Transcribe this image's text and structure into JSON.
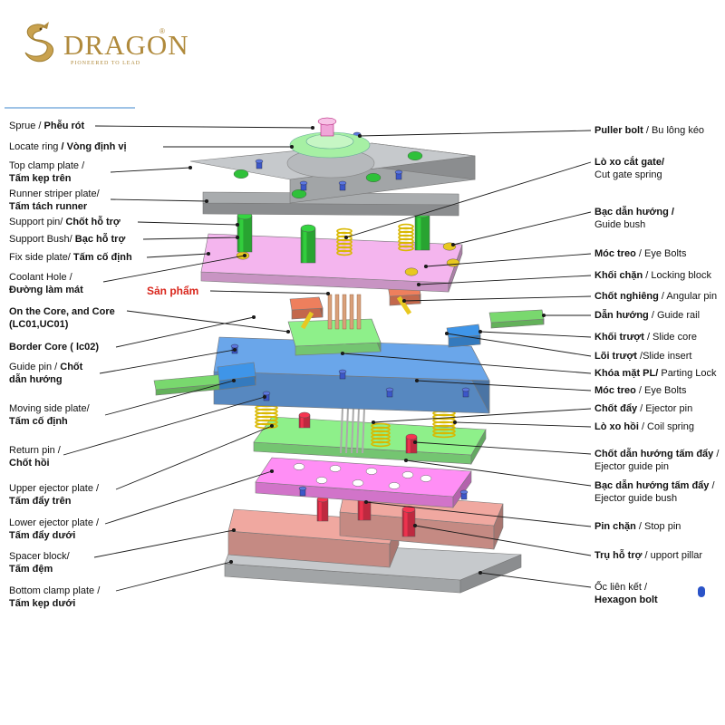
{
  "brand": {
    "name": "DRAGON",
    "registered": "®",
    "tagline": "PIONEERED TO LEAD",
    "logo_icon": "dragon-emblem-icon",
    "color": "#b08a3c"
  },
  "colors": {
    "line": "#1a1a1a",
    "plate_gray": "#c6c9cc",
    "plate_pink": "#f4b5ee",
    "plate_blue": "#6aa6ea",
    "plate_green": "#8ef08a",
    "plate_magenta": "#ff8ef5",
    "spacer": "#f0a8a0",
    "accent_red": "#d9261c"
  },
  "left_labels": [
    {
      "id": "sprue",
      "lines": [
        [
          {
            "t": "Sprue / ",
            "b": false
          },
          {
            "t": "Phễu rót",
            "b": true
          }
        ]
      ]
    },
    {
      "id": "locate-ring",
      "lines": [
        [
          {
            "t": "Locate ring ",
            "b": false
          },
          {
            "t": "/ Vòng định vị",
            "b": true
          }
        ]
      ]
    },
    {
      "id": "top-clamp-plate",
      "lines": [
        [
          {
            "t": "Top clamp plate /",
            "b": false
          }
        ],
        [
          {
            "t": "Tấm kẹp trên",
            "b": true
          }
        ]
      ]
    },
    {
      "id": "runner-striper-plate",
      "lines": [
        [
          {
            "t": "Runner striper plate/",
            "b": false
          }
        ],
        [
          {
            "t": "Tấm tách runner",
            "b": true
          }
        ]
      ]
    },
    {
      "id": "support-pin",
      "lines": [
        [
          {
            "t": "Support pin/ ",
            "b": false
          },
          {
            "t": "Chốt hỗ trợ",
            "b": true
          }
        ]
      ]
    },
    {
      "id": "support-bush",
      "lines": [
        [
          {
            "t": "Support Bush/ ",
            "b": false
          },
          {
            "t": "Bạc hỗ trợ",
            "b": true
          }
        ]
      ]
    },
    {
      "id": "fix-side-plate",
      "lines": [
        [
          {
            "t": "Fix side plate/ ",
            "b": false
          },
          {
            "t": "Tấm cố định",
            "b": true
          }
        ]
      ]
    },
    {
      "id": "coolant-hole",
      "lines": [
        [
          {
            "t": "Coolant Hole /",
            "b": false
          }
        ],
        [
          {
            "t": "Đường làm mát",
            "b": true
          }
        ]
      ]
    },
    {
      "id": "on-the-core",
      "lines": [
        [
          {
            "t": "On the Core, and Core",
            "b": true
          }
        ],
        [
          {
            "t": "(LC01,UC01)",
            "b": true
          }
        ]
      ]
    },
    {
      "id": "border-core",
      "lines": [
        [
          {
            "t": "Border Core ( lc02)",
            "b": true
          }
        ]
      ]
    },
    {
      "id": "guide-pin",
      "lines": [
        [
          {
            "t": "Guide pin / ",
            "b": false
          },
          {
            "t": "Chốt",
            "b": true
          }
        ],
        [
          {
            "t": "dẫn hướng",
            "b": true
          }
        ]
      ]
    },
    {
      "id": "moving-side-plate",
      "lines": [
        [
          {
            "t": "Moving side plate/",
            "b": false
          }
        ],
        [
          {
            "t": "Tấm cố định",
            "b": true
          }
        ]
      ]
    },
    {
      "id": "return-pin",
      "lines": [
        [
          {
            "t": "Return pin /",
            "b": false
          }
        ],
        [
          {
            "t": "Chốt hồi",
            "b": true
          }
        ]
      ]
    },
    {
      "id": "upper-ejector-plate",
      "lines": [
        [
          {
            "t": "Upper ejector plate /",
            "b": false
          }
        ],
        [
          {
            "t": "Tấm đẩy trên",
            "b": true
          }
        ]
      ]
    },
    {
      "id": "lower-ejector-plate",
      "lines": [
        [
          {
            "t": "Lower ejector plate /",
            "b": false
          }
        ],
        [
          {
            "t": "Tấm đẩy dưới",
            "b": true
          }
        ]
      ]
    },
    {
      "id": "spacer-block",
      "lines": [
        [
          {
            "t": "Spacer block/",
            "b": false
          }
        ],
        [
          {
            "t": "Tấm đệm",
            "b": true
          }
        ]
      ]
    },
    {
      "id": "bottom-clamp-plate",
      "lines": [
        [
          {
            "t": "Bottom clamp plate /",
            "b": false
          }
        ],
        [
          {
            "t": "Tấm kẹp dưới",
            "b": true
          }
        ]
      ]
    }
  ],
  "product_label": "Sản phẩm",
  "right_labels": [
    {
      "id": "puller-bolt",
      "lines": [
        [
          {
            "t": "Puller bolt",
            "b": true
          },
          {
            "t": " / Bu lông kéo",
            "b": false
          }
        ]
      ]
    },
    {
      "id": "cut-gate-spring",
      "lines": [
        [
          {
            "t": "Lò xo cắt gate/",
            "b": true
          }
        ],
        [
          {
            "t": "Cut gate spring",
            "b": false
          }
        ]
      ]
    },
    {
      "id": "guide-bush",
      "lines": [
        [
          {
            "t": "Bạc dẫn hướng /",
            "b": true
          }
        ],
        [
          {
            "t": "Guide bush",
            "b": false
          }
        ]
      ]
    },
    {
      "id": "eye-bolts-top",
      "lines": [
        [
          {
            "t": "Móc treo",
            "b": true
          },
          {
            "t": " / Eye Bolts",
            "b": false
          }
        ]
      ]
    },
    {
      "id": "locking-block",
      "lines": [
        [
          {
            "t": "Khối chặn",
            "b": true
          },
          {
            "t": " / Locking block",
            "b": false
          }
        ]
      ]
    },
    {
      "id": "angular-pin",
      "lines": [
        [
          {
            "t": "Chốt nghiêng",
            "b": true
          },
          {
            "t": " / Angular pin",
            "b": false
          }
        ]
      ]
    },
    {
      "id": "guide-rail",
      "lines": [
        [
          {
            "t": "Dẫn hướng",
            "b": true
          },
          {
            "t": " / Guide rail",
            "b": false
          }
        ]
      ]
    },
    {
      "id": "slide-core",
      "lines": [
        [
          {
            "t": "Khối trượt",
            "b": true
          },
          {
            "t": " / Slide core",
            "b": false
          }
        ]
      ]
    },
    {
      "id": "slide-insert",
      "lines": [
        [
          {
            "t": "Lõi trượt",
            "b": true
          },
          {
            "t": " /Slide insert",
            "b": false
          }
        ]
      ]
    },
    {
      "id": "parting-lock",
      "lines": [
        [
          {
            "t": "Khóa mặt PL/",
            "b": true
          },
          {
            "t": " Parting Lock",
            "b": false
          }
        ]
      ]
    },
    {
      "id": "eye-bolts-bottom",
      "lines": [
        [
          {
            "t": "Móc treo",
            "b": true
          },
          {
            "t": " / Eye Bolts",
            "b": false
          }
        ]
      ]
    },
    {
      "id": "ejector-pin",
      "lines": [
        [
          {
            "t": "Chốt đẩy",
            "b": true
          },
          {
            "t": " / Ejector pin",
            "b": false
          }
        ]
      ]
    },
    {
      "id": "coil-spring",
      "lines": [
        [
          {
            "t": "Lò xo hồi",
            "b": true
          },
          {
            "t": " / Coil spring",
            "b": false
          }
        ]
      ]
    },
    {
      "id": "ejector-guide-pin",
      "lines": [
        [
          {
            "t": "Chốt dẫn hướng tấm đẩy",
            "b": true
          },
          {
            "t": " /",
            "b": false
          }
        ],
        [
          {
            "t": "Ejector guide pin",
            "b": false
          }
        ]
      ]
    },
    {
      "id": "ejector-guide-bush",
      "lines": [
        [
          {
            "t": "Bạc dẫn hướng tấm đẩy",
            "b": true
          },
          {
            "t": " /",
            "b": false
          }
        ],
        [
          {
            "t": "Ejector guide bush",
            "b": false
          }
        ]
      ]
    },
    {
      "id": "stop-pin",
      "lines": [
        [
          {
            "t": "Pin chặn",
            "b": true
          },
          {
            "t": " / Stop pin",
            "b": false
          }
        ]
      ]
    },
    {
      "id": "support-pillar",
      "lines": [
        [
          {
            "t": "Trụ hỗ trợ",
            "b": true
          },
          {
            "t": " / upport pillar",
            "b": false
          }
        ]
      ]
    },
    {
      "id": "hexagon-bolt",
      "lines": [
        [
          {
            "t": "Ốc liên kết /",
            "b": false
          }
        ],
        [
          {
            "t": "Hexagon bolt",
            "b": true
          }
        ]
      ]
    }
  ]
}
